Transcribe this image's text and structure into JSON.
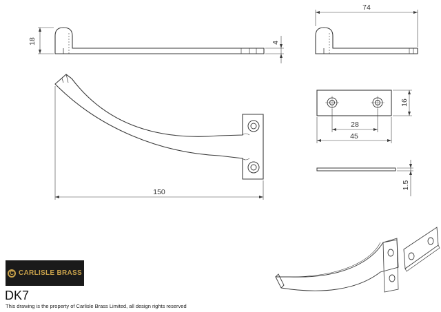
{
  "dimensions": {
    "side_height": "18",
    "side_thickness": "4",
    "top_length": "74",
    "plate_height": "16",
    "hole_spacing": "28",
    "plate_width": "45",
    "plate_thickness": "1.5",
    "overall_length": "150"
  },
  "logo": {
    "mark": "C",
    "text": "CARLISLE BRASS"
  },
  "product_code": "DK7",
  "disclaimer": "This drawing is the property of Carlisle Brass Limited, all design rights reserved"
}
